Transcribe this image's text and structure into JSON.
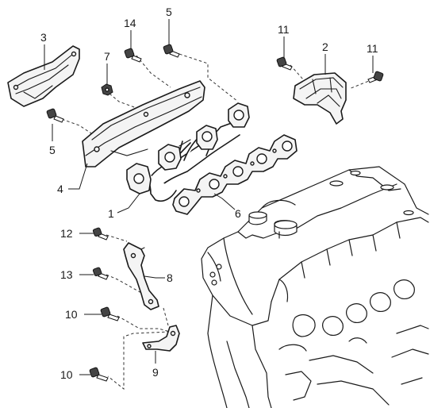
{
  "diagram": {
    "callouts": [
      {
        "id": "c3",
        "label": "3"
      },
      {
        "id": "c14",
        "label": "14"
      },
      {
        "id": "c5a",
        "label": "5"
      },
      {
        "id": "c7",
        "label": "7"
      },
      {
        "id": "c11a",
        "label": "11"
      },
      {
        "id": "c2",
        "label": "2"
      },
      {
        "id": "c11b",
        "label": "11"
      },
      {
        "id": "c5b",
        "label": "5"
      },
      {
        "id": "c4",
        "label": "4"
      },
      {
        "id": "c1",
        "label": "1"
      },
      {
        "id": "c6",
        "label": "6"
      },
      {
        "id": "c12",
        "label": "12"
      },
      {
        "id": "c8",
        "label": "8"
      },
      {
        "id": "c13",
        "label": "13"
      },
      {
        "id": "c10a",
        "label": "10"
      },
      {
        "id": "c9",
        "label": "9"
      },
      {
        "id": "c10b",
        "label": "10"
      }
    ]
  }
}
